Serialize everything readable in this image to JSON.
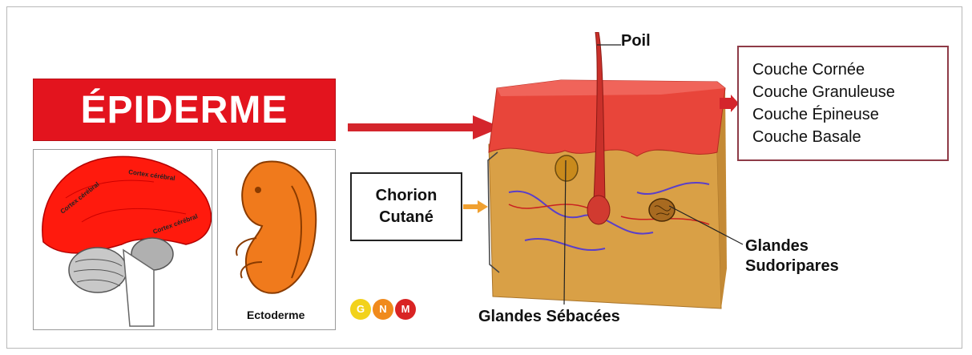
{
  "title": "ÉPIDERME",
  "labels": {
    "hair": "Poil",
    "chorion_line1": "Chorion",
    "chorion_line2": "Cutané",
    "sebaceous": "Glandes Sébacées",
    "sweat_line1": "Glandes",
    "sweat_line2": "Sudoripares",
    "ectoderm": "Ectoderme",
    "cortex_1": "Cortex cérébral",
    "cortex_2": "Cortex cérébral",
    "cortex_3": "Cortex cérébral"
  },
  "layers": [
    "Couche Cornée",
    "Couche Granuleuse",
    "Couche Épineuse",
    "Couche Basale"
  ],
  "logo": {
    "letters": [
      "G",
      "N",
      "M"
    ],
    "colors": [
      "#f2d21b",
      "#f08a1c",
      "#d92424"
    ]
  },
  "colors": {
    "title_bg": "#e3141e",
    "arrow": "#d4252c",
    "epidermis": "#e8453a",
    "dermis": "#d9a046",
    "chorion_arrow": "#f0a030",
    "brain_cortex": "#ff1a0d",
    "embryo": "#f07a1c"
  }
}
